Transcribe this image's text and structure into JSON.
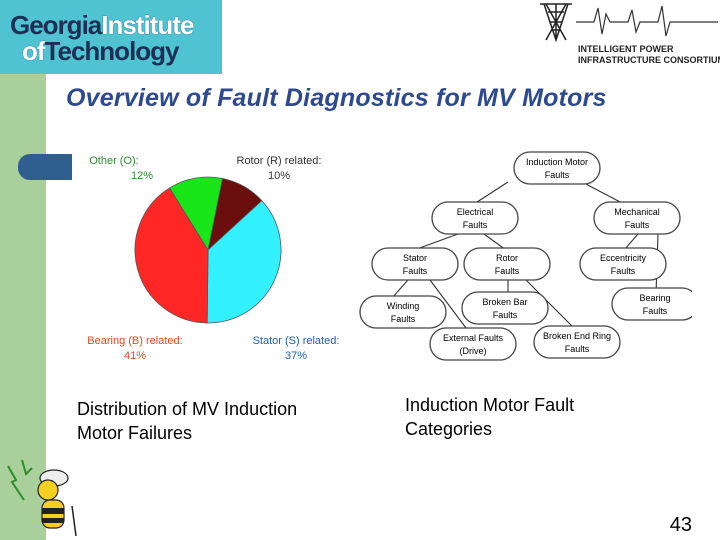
{
  "header": {
    "gt_logo": {
      "line1_a": "Georgia",
      "line1_b": "Institute",
      "line2_a": "of",
      "line2_b": "Technology"
    },
    "ipic_logo": {
      "line1": "INTELLIGENT POWER",
      "line2": "INFRASTRUCTURE CONSORTIUM"
    }
  },
  "title": "Overview of Fault Diagnostics for MV Motors",
  "pie": {
    "slices": [
      {
        "label": "Rotor (R) related:",
        "pct_label": "10%",
        "value": 10,
        "color": "#6b0e0e"
      },
      {
        "label": "Stator (S) related:",
        "pct_label": "37%",
        "value": 37,
        "color": "#33f0ff"
      },
      {
        "label": "Bearing (B) related:",
        "pct_label": "41%",
        "value": 41,
        "color": "#ff2626"
      },
      {
        "label": "Other (O):",
        "pct_label": "12%",
        "value": 12,
        "color": "#19e619"
      }
    ],
    "label_colors": {
      "rotor": "#333333",
      "stator": "#1f5fb0",
      "bearing": "#e6461e",
      "other": "#2e8b2e"
    }
  },
  "tree": {
    "root": "Induction Motor|Faults",
    "electrical": "Electrical|Faults",
    "mechanical": "Mechanical|Faults",
    "stator": "Stator|Faults",
    "rotor": "Rotor|Faults",
    "eccentricity": "Eccentricity|Faults",
    "bearing": "Bearing|Faults",
    "winding": "Winding|Faults",
    "broken_bar": "Broken Bar|Faults",
    "external": "External Faults|(Drive)",
    "broken_end_ring": "Broken End Ring|Faults"
  },
  "captions": {
    "left": "Distribution of MV Induction Motor Failures",
    "right": "Induction Motor Fault Categories"
  },
  "page_number": "43"
}
